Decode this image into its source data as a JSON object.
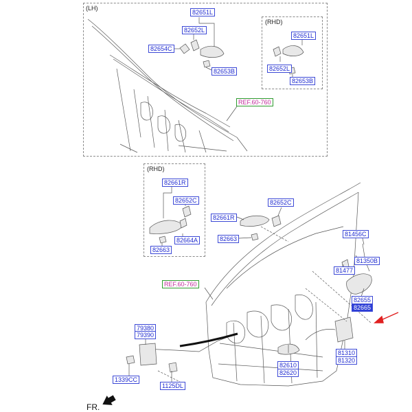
{
  "sections": {
    "lh_label": "(LH)",
    "rhd_top_label": "(RHD)",
    "rhd_mid_label": "(RHD)"
  },
  "parts_top": {
    "p82651l": "82651L",
    "p82652l": "82652L",
    "p82654c": "82654C",
    "p82653b": "82653B",
    "rhd_82651l": "82651L",
    "rhd_82652l": "82652L",
    "rhd_82653b": "82653B",
    "ref_top": "REF.60-760"
  },
  "parts_rhd_front": {
    "p82661r": "82661R",
    "p82652c": "82652C",
    "p82664a": "82664A",
    "p82663": "82663"
  },
  "parts_main": {
    "p82652c": "82652C",
    "p82661r": "82661R",
    "p82663": "82663",
    "p81456c": "81456C",
    "p81350b": "81350B",
    "p81477": "81477",
    "p82655": "82655",
    "p82665": "82665",
    "ref_mid": "REF.60-760",
    "p79380": "79380",
    "p79390": "79390",
    "p1339cc": "1339CC",
    "p1125dl": "1125DL",
    "p82610": "82610",
    "p82620": "82620",
    "p81310": "81310",
    "p81320": "81320"
  },
  "orientation": {
    "label": "FR."
  },
  "colors": {
    "part_border": "#3b48d6",
    "part_text": "#1f2bd0",
    "highlight_fill": "#2e3fd6",
    "ref_border": "#2e9a2e",
    "ref_text": "#c02a9a",
    "arrow": "#e02020"
  }
}
